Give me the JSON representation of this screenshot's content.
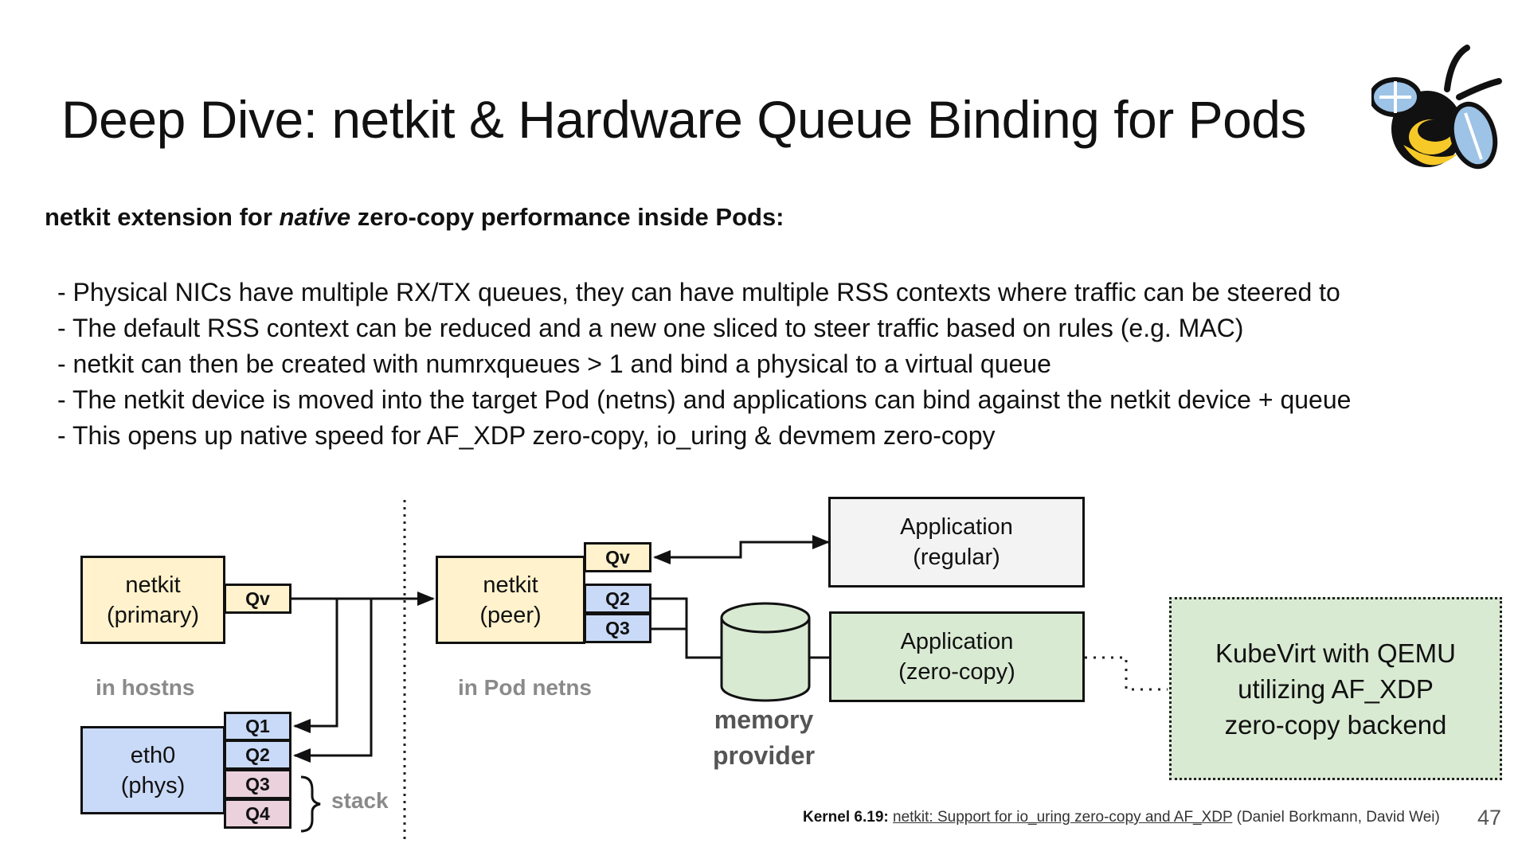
{
  "slide": {
    "title": "Deep Dive: netkit & Hardware Queue Binding for Pods",
    "subtitle_pre": "netkit extension for ",
    "subtitle_em": "native",
    "subtitle_post": " zero-copy performance inside Pods:",
    "bullets": [
      "- Physical NICs have multiple RX/TX queues, they can have multiple RSS contexts where traffic can be steered to",
      "- The default RSS context can be reduced and a new one sliced to steer traffic based on rules (e.g. MAC)",
      "- netkit can then be created with numrxqueues > 1 and bind a physical to a virtual queue",
      "- The netkit device is moved into the target Pod (netns) and applications can bind against the netkit device + queue",
      "- This opens up native speed for AF_XDP zero-copy, io_uring & devmem zero-copy"
    ],
    "logo_icon": "bee-icon"
  },
  "diagram": {
    "netkit_primary": {
      "line1": "netkit",
      "line2": "(primary)",
      "queue": "Qv"
    },
    "eth0": {
      "line1": "eth0",
      "line2": "(phys)",
      "queues": [
        "Q1",
        "Q2",
        "Q3",
        "Q4"
      ]
    },
    "stack_label": "stack",
    "hostns_label": "in hostns",
    "netkit_peer": {
      "line1": "netkit",
      "line2": "(peer)",
      "queues": [
        "Qv",
        "Q2",
        "Q3"
      ]
    },
    "podns_label": "in Pod netns",
    "app_regular": {
      "line1": "Application",
      "line2": "(regular)"
    },
    "app_zerocopy": {
      "line1": "Application",
      "line2": "(zero-copy)"
    },
    "memory_provider": {
      "line1": "memory",
      "line2": "provider"
    },
    "kubevirt": {
      "line1": "KubeVirt with QEMU",
      "line2": "utilizing AF_XDP",
      "line3": "zero-copy backend"
    },
    "colors": {
      "yellow": "#fff2cc",
      "blue": "#c9daf8",
      "pink": "#ead1dc",
      "green": "#d9ead3",
      "grey": "#f3f3f3"
    }
  },
  "footer": {
    "kernel": "Kernel 6.19:",
    "link": "netkit: Support for io_uring zero-copy and AF_XDP",
    "authors": " (Daniel Borkmann, David Wei)",
    "page": "47"
  }
}
